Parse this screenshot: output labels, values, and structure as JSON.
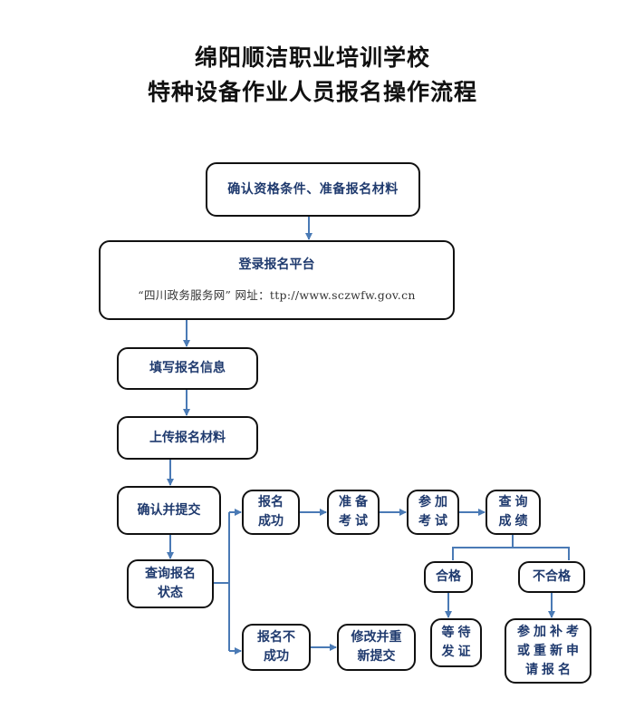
{
  "title": {
    "line1": "绵阳顺洁职业培训学校",
    "line2": "特种设备作业人员报名操作流程"
  },
  "steps": {
    "qualify": "确认资格条件、准备报名材料",
    "login": "登录报名平台",
    "login_site": "“四川政务服务网” 网址：ttp://www.sczwfw.gov.cn",
    "fill": "填写报名信息",
    "upload": "上传报名材料",
    "confirm": "确认并提交",
    "status_1": "查询报名",
    "status_2": "状态",
    "success_1": "报名",
    "success_2": "成功",
    "prepare_1": "准备",
    "prepare_2": "考试",
    "attend_1": "参加",
    "attend_2": "考试",
    "query_1": "查询",
    "query_2": "成绩",
    "pass": "合格",
    "fail": "不合格",
    "wait_1": "等待",
    "wait_2": "发证",
    "retake_1": "参加补考",
    "retake_2": "或重新申",
    "retake_3": "请报名",
    "failed_1": "报名不",
    "failed_2": "成功",
    "modify_1": "修改并重",
    "modify_2": "新提交"
  },
  "colors": {
    "connector": "#4a7ab5",
    "text": "#1f3a6e",
    "border": "#111111"
  }
}
